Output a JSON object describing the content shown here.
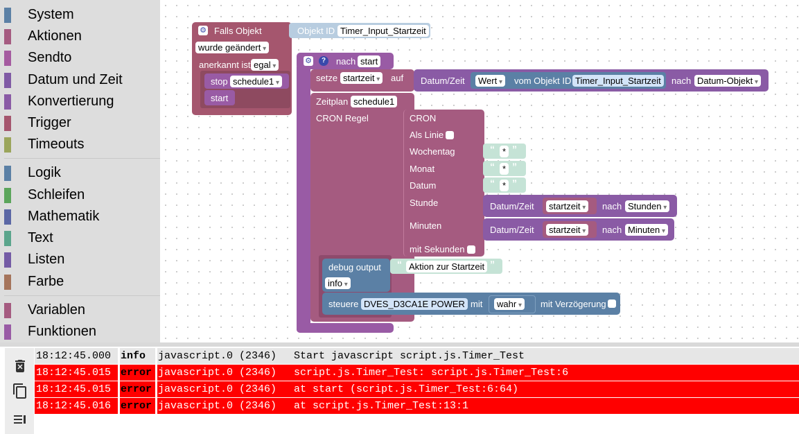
{
  "toolbox": {
    "categories": [
      {
        "label": "System",
        "color": "#5b80a5"
      },
      {
        "label": "Aktionen",
        "color": "#a55b80"
      },
      {
        "label": "Sendto",
        "color": "#a55ba0"
      },
      {
        "label": "Datum und Zeit",
        "color": "#805ba5"
      },
      {
        "label": "Konvertierung",
        "color": "#8a5ba5"
      },
      {
        "label": "Trigger",
        "color": "#a5566e"
      },
      {
        "label": "Timeouts",
        "color": "#9ba55b"
      },
      {
        "label": "Logik",
        "color": "#5b80a5"
      },
      {
        "label": "Schleifen",
        "color": "#5ba55b"
      },
      {
        "label": "Mathematik",
        "color": "#5b67a5"
      },
      {
        "label": "Text",
        "color": "#5ba58c"
      },
      {
        "label": "Listen",
        "color": "#745ba5"
      },
      {
        "label": "Farbe",
        "color": "#a5745b"
      },
      {
        "label": "Variablen",
        "color": "#a55b80"
      },
      {
        "label": "Funktionen",
        "color": "#995ba5"
      }
    ]
  },
  "blocks": {
    "trigger": {
      "header": "Falls Objekt",
      "objid_label": "Objekt ID",
      "objid_value": "Timer_Input_Startzeit",
      "changed": "wurde geändert",
      "ack_label": "anerkannt ist",
      "ack_value": "egal",
      "stop_label": "stop",
      "stop_value": "schedule1",
      "start_label": "start"
    },
    "schedule": {
      "header": "nach",
      "header_value": "start",
      "set_label": "setze",
      "set_var": "startzeit",
      "set_on": "auf",
      "datetime_label": "Datum/Zeit",
      "wert": "Wert",
      "vom_obj": "vom Objekt ID",
      "obj_value": "Timer_Input_Startzeit",
      "nach": "nach",
      "date_obj": "Datum-Objekt",
      "zeitplan_label": "Zeitplan",
      "zeitplan_value": "schedule1",
      "cron_label": "CRON Regel",
      "cron": "CRON",
      "als_linie": "Als Linie",
      "wochentag": "Wochentag",
      "monat": "Monat",
      "datum": "Datum",
      "stunde": "Stunde",
      "minuten": "Minuten",
      "mit_sekunden": "mit Sekunden",
      "star": "*",
      "open_quote": "“",
      "close_quote": "”",
      "var_startzeit": "startzeit",
      "stunden": "Stunden",
      "minuten_opt": "Minuten",
      "debug_label": "debug output",
      "debug_text": "Aktion zur Startzeit",
      "debug_level": "info",
      "steuere_label": "steuere",
      "steuere_obj": "DVES_D3CA1E POWER",
      "mit": "mit",
      "wahr": "wahr",
      "verzoegerung": "mit Verzögerung"
    }
  },
  "log": {
    "rows": [
      {
        "time": "18:12:45.000",
        "level": "info",
        "source": "javascript.0 (2346)",
        "message": "Start javascript script.js.Timer_Test"
      },
      {
        "time": "18:12:45.015",
        "level": "error",
        "source": "javascript.0 (2346)",
        "message": "script.js.Timer_Test: script.js.Timer_Test:6"
      },
      {
        "time": "18:12:45.015",
        "level": "error",
        "source": "javascript.0 (2346)",
        "message": "at start (script.js.Timer_Test:6:64)"
      },
      {
        "time": "18:12:45.016",
        "level": "error",
        "source": "javascript.0 (2346)",
        "message": "at script.js.Timer_Test:13:1"
      }
    ]
  },
  "icons": [
    "delete-icon",
    "copy-icon",
    "list-icon",
    "gear-icon",
    "help-icon"
  ]
}
